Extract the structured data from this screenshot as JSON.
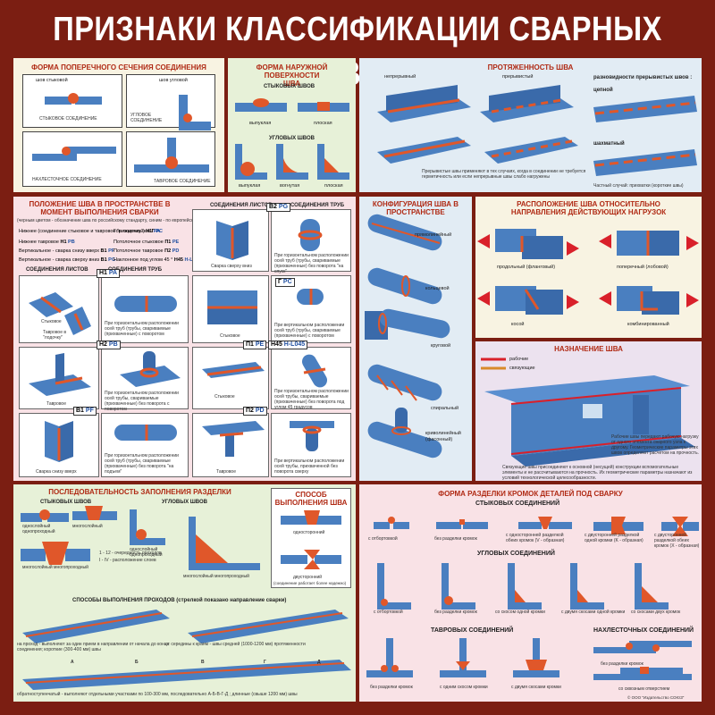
{
  "title": "ПРИЗНАКИ КЛАССИФИКАЦИИ СВАРНЫХ ШВОВ",
  "cross_section": {
    "heading": "ФОРМА ПОПЕРЕЧНОГО СЕЧЕНИЯ СОЕДИНЕНИЯ",
    "butt_title": "шов стыковой",
    "butt_caption": "СТЫКОВОЕ СОЕДИНЕНИЕ",
    "corner_title": "шов угловой",
    "corner_caption": "УГЛОВОЕ СОЕДИНЕНИЕ",
    "lap_caption": "НАХЛЕСТОЧНОЕ СОЕДИНЕНИЕ",
    "tee_caption": "ТАВРОВОЕ СОЕДИНЕНИЕ"
  },
  "surface": {
    "heading": "ФОРМА НАРУЖНОЙ ПОВЕРХНОСТИ ШВА",
    "butt_title": "СТЫКОВЫХ ШВОВ",
    "convex": "выпуклая",
    "flat": "плоская",
    "corner_title": "УГЛОВЫХ ШВОВ",
    "convex2": "выпуклая",
    "concave": "вогнутая",
    "flat2": "плоская"
  },
  "extent": {
    "heading": "ПРОТЯЖЕННОСТЬ ШВА",
    "continuous": "непрерывный",
    "intermittent": "прерывистый",
    "varieties": "разновидности прерывистых швов :",
    "chain": "цепной",
    "staggered": "шахматный",
    "note1": "Прерывистые швы применяют в тех случаях, когда в соединении не требуется герметичность или если непрерывные швы слабо нагружены",
    "note2": "Частный случай: прихватки (короткие швы)"
  },
  "position": {
    "heading": "ПОЛОЖЕНИЕ ШВА В ПРОСТРАНСТВЕ В МОМЕНТ ВЫПОЛНЕНИЯ СВАРКИ",
    "subnote": "(черным цветом - обозначение шва по российскому стандарту, синим - по европейскому)",
    "rows": [
      {
        "l": "Нижнее (соединение стыковое и тавровое \"в лодочку\")",
        "lc": "Н1",
        "le": "PA",
        "r": "Горизонтальное",
        "rc": "Г",
        "re": "PC"
      },
      {
        "l": "Нижнее тавровое",
        "lc": "Н1",
        "le": "PB",
        "r": "Потолочное стыковое",
        "rc": "П1",
        "re": "PE"
      },
      {
        "l": "Вертикальное - сварка снизу вверх",
        "lc": "В1",
        "le": "PF",
        "r": "Потолочное тавровое",
        "rc": "П2",
        "re": "PD"
      },
      {
        "l": "Вертикальное - сварка сверху вниз",
        "lc": "В1",
        "le": "PG",
        "r": "Наклонное под углом 45 °",
        "rc": "Н45",
        "re": "H-L045"
      }
    ],
    "sheets_h": "СОЕДИНЕНИЯ ЛИСТОВ",
    "pipes_h": "СОЕДИНЕНИЯ ТРУБ",
    "sheets_h2": "СОЕДИНЕНИЯ ЛИСТОВ",
    "pipes_h2": "СОЕДИНЕНИЯ ТРУБ",
    "tags": [
      {
        "c": "В2",
        "e": "PG"
      },
      {
        "c": "Н1",
        "e": "PA"
      },
      {
        "c": "Г",
        "e": "PC"
      },
      {
        "c": "Н2",
        "e": "PB"
      },
      {
        "c": "П1",
        "e": "PE"
      },
      {
        "c": "Н45",
        "e": "H-L045"
      },
      {
        "c": "В1",
        "e": "PF"
      },
      {
        "c": "П2",
        "e": "PD"
      }
    ],
    "cap_b2": "Сварка сверху вниз",
    "cap_b2p": "При горизонтальном расположении осей труб (трубы, свариваемые (прихваченные) без поворота \"на спуск\"",
    "cap_n1": "Стыковое",
    "cap_n1b": "Тавровое в \"лодочку\"",
    "cap_n1p": "При горизонтальном расположении осей труб (трубы, свариваемые (прихваченные) с поворотом",
    "cap_g": "Стыковое",
    "cap_gp": "При вертикальном расположении осей труб (трубы, свариваемые (прихваченные) с поворотом",
    "cap_n2": "Тавровое",
    "cap_n2p": "При горизонтальном расположении осей трубы, свариваемые (прихваченные) без поворота с поворотом",
    "cap_p1": "Стыковое",
    "cap_h45": "При горизонтальном расположении осей трубы, свариваемые (прихваченные) без поворота под углом 45 градусов",
    "cap_b1": "Сварка снизу вверх",
    "cap_b1p": "При горизонтальном расположении осей труб (трубы, свариваемые (прихваченные) без поворота \"на подъем\"",
    "cap_p2": "Тавровое",
    "cap_p2p": "При вертикальном расположении осей трубы, прихваченной без поворота сверху"
  },
  "config": {
    "heading": "КОНФИГУРАЦИЯ ШВА В ПРОСТРАНСТВЕ",
    "straight": "прямолинейный",
    "ring": "кольцевой",
    "round": "круговой",
    "spiral": "спиральный",
    "curved": "криволинейный (фасонный)"
  },
  "loads": {
    "heading": "РАСПОЛОЖЕНИЕ ШВА ОТНОСИТЕЛЬНО НАПРАВЛЕНИЯ ДЕЙСТВУЮЩИХ НАГРУЗОК",
    "longitudinal": "продольный (фланговый)",
    "transverse": "поперечный (лобовой)",
    "oblique": "косой",
    "combined": "комбинированный"
  },
  "purpose": {
    "heading": "НАЗНАЧЕНИЕ ШВА",
    "working": "рабочие",
    "binding": "связующие",
    "note1": "Рабочие швы передают рабочую нагрузку от одного элемента сварного узла к другому. Геометрические параметры этих швов определяют расчетом на прочность.",
    "note2": "Связующие швы присоединяют к основной (несущей) конструкции вспомогательные элементы и не рассчитываются на прочность. Их геометрические параметры назначают из условий технологической целесообразности."
  },
  "fill": {
    "heading": "ПОСЛЕДОВАТЕЛЬНОСТЬ ЗАПОЛНЕНИЯ РАЗДЕЛКИ",
    "butt_h": "СТЫКОВЫХ ШВОВ",
    "corner_h": "УГЛОВЫХ ШВОВ",
    "single_single": "однослойный однопроходный",
    "multi_layer": "многослойный",
    "single_single2": "однослойный однопроходный",
    "multi_multi": "многослойный многопроходный",
    "multi_multi2": "многослойный многопроходный",
    "seq1": "1 - 12  - очередность проходов",
    "seq2": "I - IV  - расположение слоев",
    "method_h": "СПОСОБ ВЫПОЛНЕНИЯ ШВА",
    "one_side": "односторонний",
    "two_side": "двусторонний",
    "two_side_note": "(соединение работает более надежно)",
    "passes_h": "СПОСОБЫ ВЫПОЛНЕНИЯ ПРОХОДОВ (стрелкой показано направление сварки)",
    "pass1": "на проход - выполняют за один прием в направлении от начала до конца соединения; короткие (300-400 мм) швы",
    "pass2": "от середины к краям - швы средней (1000-1200 мм) протяженности",
    "pass3": "обратноступенчатый - выполняют отдельными участками по 100-300 мм, последовательно А-Б-В-Г-Д ; длинные (свыше 1200 мм) швы",
    "letters": [
      "А",
      "Б",
      "В",
      "Г",
      "Д"
    ]
  },
  "edges": {
    "heading": "ФОРМА РАЗДЕЛКИ КРОМОК ДЕТАЛЕЙ ПОД СВАРКУ",
    "butt_h": "СТЫКОВЫХ СОЕДИНЕНИЙ",
    "butt": [
      "с отбортовкой",
      "без разделки кромок",
      "с односторонней разделкой обеих кромок (V - образная)",
      "с двусторонней разделкой одной кромки (K - образная)",
      "с двусторонней разделкой обеих кромок (X - образная)"
    ],
    "corner_h": "УГЛОВЫХ СОЕДИНЕНИЙ",
    "corner": [
      "с отбортовкой",
      "без разделки кромок",
      "со скосом одной кромки",
      "с двумя скосами одной кромки",
      "со скосами двух кромок"
    ],
    "tee_h": "ТАВРОВЫХ СОЕДИНЕНИЙ",
    "tee": [
      "без разделки кромок",
      "с одним скосом кромки",
      "с двумя скосами кромки"
    ],
    "lap_h": "НАХЛЕСТОЧНЫХ СОЕДИНЕНИЙ",
    "lap": [
      "без разделки кромок",
      "со сквозным отверстием"
    ],
    "publisher": "© ООО \"Издательство СОЮЗ\""
  },
  "colors": {
    "frame": "#7b1e12",
    "steel": "#4a7fc0",
    "weld": "#e0572a",
    "heading": "#b02a14"
  }
}
